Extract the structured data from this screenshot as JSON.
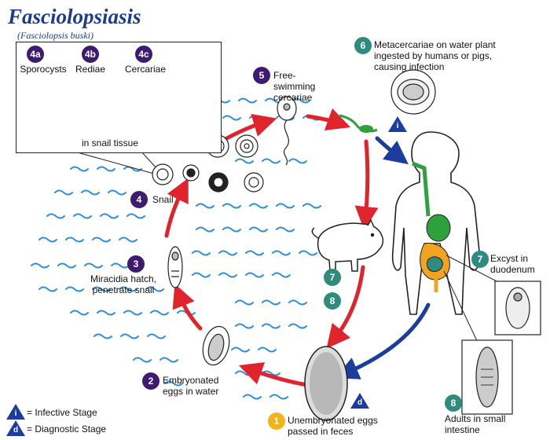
{
  "title": "Fasciolopsiasis",
  "subtitle": "(Fasciolopsis buski)",
  "colors": {
    "cycle_red": "#e0242b",
    "human_blue": "#1c3c9e",
    "purple": "#3d1b6e",
    "teal": "#2e8b7e",
    "yellow": "#f2b41c",
    "water": "#2d8fd8",
    "gut_green": "#2ea13d",
    "gut_orange": "#f0a420",
    "gut_teal": "#2e8b7e"
  },
  "inset": {
    "stages": [
      {
        "num": "4a",
        "label": "Sporocysts"
      },
      {
        "num": "4b",
        "label": "Rediae"
      },
      {
        "num": "4c",
        "label": "Cercariae"
      }
    ],
    "caption": "in snail tissue"
  },
  "steps": {
    "s1": {
      "num": "1",
      "label": "Unembryonated eggs passed in feces"
    },
    "s2": {
      "num": "2",
      "label": "Embryonated eggs in water"
    },
    "s3": {
      "num": "3",
      "label": "Miracidia hatch, penetrate snail"
    },
    "s4": {
      "num": "4",
      "label": "Snail"
    },
    "s5": {
      "num": "5",
      "label": "Free-swimming cercariae"
    },
    "s6": {
      "num": "6",
      "label": "Metacercariae on water plant ingested by humans or pigs, causing infection"
    },
    "s7": {
      "num": "7",
      "label": "Excyst in duodenum"
    },
    "s8": {
      "num": "8",
      "label": "Adults in small intestine"
    }
  },
  "pig_badges": [
    "7",
    "8"
  ],
  "legend": [
    {
      "symbol": "i",
      "label": "= Infective Stage"
    },
    {
      "symbol": "d",
      "label": "= Diagnostic Stage"
    }
  ],
  "markers": {
    "infective": "i",
    "diagnostic": "d"
  }
}
